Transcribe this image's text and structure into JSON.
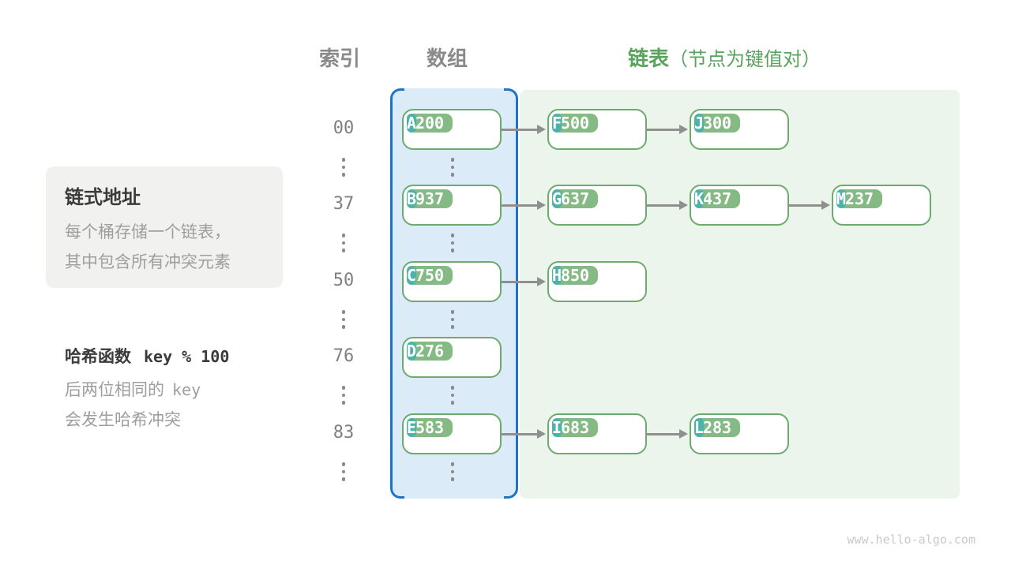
{
  "header": {
    "index_label": "索引",
    "array_label": "数组",
    "list_label": "链表",
    "list_note": "（节点为键值对）"
  },
  "info_box": {
    "title": "链式地址",
    "line1": "每个桶存储一个链表，",
    "line2": "其中包含所有冲突元素"
  },
  "hash_note": {
    "title_text": "哈希函数",
    "title_code": "key % 100",
    "line1_text": "后两位相同的",
    "line1_code": "key",
    "line2_text": "会发生哈希冲突"
  },
  "buckets": [
    {
      "index": "00",
      "nodes": [
        {
          "key": "200",
          "value": "A"
        },
        {
          "key": "500",
          "value": "F"
        },
        {
          "key": "300",
          "value": "J"
        }
      ]
    },
    {
      "index": "37",
      "nodes": [
        {
          "key": "937",
          "value": "B"
        },
        {
          "key": "637",
          "value": "G"
        },
        {
          "key": "437",
          "value": "K"
        },
        {
          "key": "237",
          "value": "M"
        }
      ]
    },
    {
      "index": "50",
      "nodes": [
        {
          "key": "750",
          "value": "C"
        },
        {
          "key": "850",
          "value": "H"
        }
      ]
    },
    {
      "index": "76",
      "nodes": [
        {
          "key": "276",
          "value": "D"
        }
      ]
    },
    {
      "index": "83",
      "nodes": [
        {
          "key": "583",
          "value": "E"
        },
        {
          "key": "683",
          "value": "I"
        },
        {
          "key": "283",
          "value": "L"
        }
      ]
    }
  ],
  "colors": {
    "key_bg": "#85ba84",
    "value_bg": "#4db3a9",
    "node_border": "#6cab6c",
    "node_fill": "#ffffff",
    "array_fill": "#dcebf8",
    "array_border": "#1b74c9",
    "list_fill": "#ecf5ec",
    "arrow": "#8f8f8f",
    "header_gray": "#8a8a8a",
    "header_green": "#5aa35c",
    "index_text": "#7f7f7f",
    "muted_text": "#9e9e9e",
    "dark_text": "#3b3b3b",
    "info_box_bg": "#f1f1ef",
    "dots": "#8a8a8a",
    "watermark": "#c9c9c9"
  },
  "watermark": "www.hello-algo.com"
}
